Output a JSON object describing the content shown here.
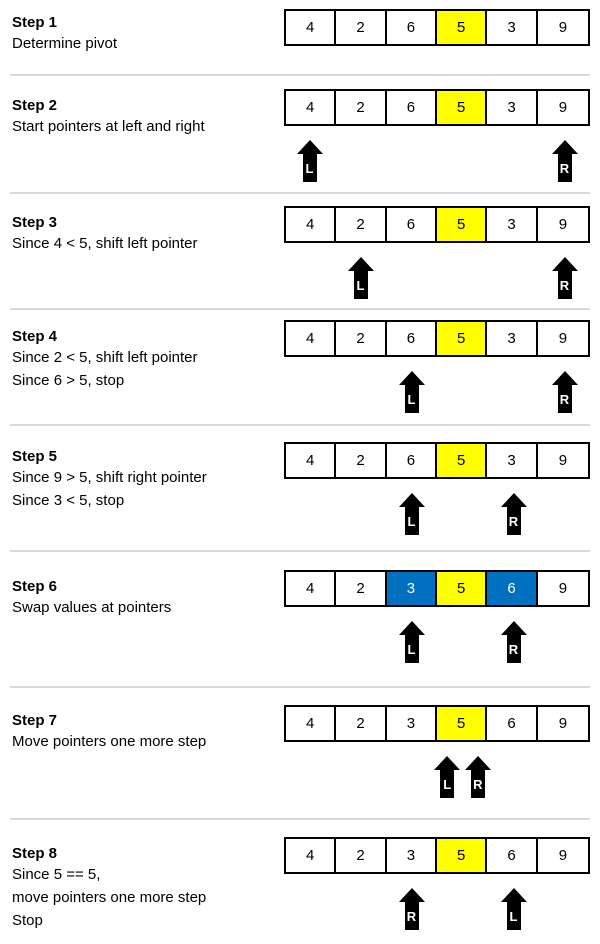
{
  "colors": {
    "pivot": "#ffff00",
    "swap": "#0070c0",
    "plain": "#ffffff",
    "swap_text": "#ffffff"
  },
  "steps": [
    {
      "title": "Step 1",
      "lines": [
        "Determine pivot"
      ],
      "values": [
        "4",
        "2",
        "6",
        "5",
        "3",
        "9"
      ],
      "highlight": [
        "",
        "",
        "",
        "pivot",
        "",
        ""
      ],
      "pointers": []
    },
    {
      "title": "Step 2",
      "lines": [
        "Start pointers at left and right"
      ],
      "values": [
        "4",
        "2",
        "6",
        "5",
        "3",
        "9"
      ],
      "highlight": [
        "",
        "",
        "",
        "pivot",
        "",
        ""
      ],
      "pointers": [
        {
          "label": "L",
          "index": 0,
          "offset": 0
        },
        {
          "label": "R",
          "index": 5,
          "offset": 0
        }
      ]
    },
    {
      "title": "Step 3",
      "lines": [
        "Since 4 < 5, shift left pointer"
      ],
      "values": [
        "4",
        "2",
        "6",
        "5",
        "3",
        "9"
      ],
      "highlight": [
        "",
        "",
        "",
        "pivot",
        "",
        ""
      ],
      "pointers": [
        {
          "label": "L",
          "index": 1,
          "offset": 0
        },
        {
          "label": "R",
          "index": 5,
          "offset": 0
        }
      ]
    },
    {
      "title": "Step 4",
      "lines": [
        "Since 2 < 5, shift left pointer",
        "Since 6 > 5, stop"
      ],
      "values": [
        "4",
        "2",
        "6",
        "5",
        "3",
        "9"
      ],
      "highlight": [
        "",
        "",
        "",
        "pivot",
        "",
        ""
      ],
      "pointers": [
        {
          "label": "L",
          "index": 2,
          "offset": 0
        },
        {
          "label": "R",
          "index": 5,
          "offset": 0
        }
      ]
    },
    {
      "title": "Step 5",
      "lines": [
        "Since 9 > 5, shift right pointer",
        "Since 3 < 5, stop"
      ],
      "values": [
        "4",
        "2",
        "6",
        "5",
        "3",
        "9"
      ],
      "highlight": [
        "",
        "",
        "",
        "pivot",
        "",
        ""
      ],
      "pointers": [
        {
          "label": "L",
          "index": 2,
          "offset": 0
        },
        {
          "label": "R",
          "index": 4,
          "offset": 0
        }
      ]
    },
    {
      "title": "Step 6",
      "lines": [
        "Swap values at pointers"
      ],
      "values": [
        "4",
        "2",
        "3",
        "5",
        "6",
        "9"
      ],
      "highlight": [
        "",
        "",
        "swap",
        "pivot",
        "swap",
        ""
      ],
      "pointers": [
        {
          "label": "L",
          "index": 2,
          "offset": 0
        },
        {
          "label": "R",
          "index": 4,
          "offset": 0
        }
      ]
    },
    {
      "title": "Step 7",
      "lines": [
        "Move pointers one more step"
      ],
      "values": [
        "4",
        "2",
        "3",
        "5",
        "6",
        "9"
      ],
      "highlight": [
        "",
        "",
        "",
        "pivot",
        "",
        ""
      ],
      "pointers": [
        {
          "label": "L",
          "index": 3,
          "offset": -0.3
        },
        {
          "label": "R",
          "index": 3,
          "offset": 0.3
        }
      ]
    },
    {
      "title": "Step 8",
      "lines": [
        "Since 5 == 5,",
        "move pointers one more step",
        "Stop"
      ],
      "values": [
        "4",
        "2",
        "3",
        "5",
        "6",
        "9"
      ],
      "highlight": [
        "",
        "",
        "",
        "pivot",
        "",
        ""
      ],
      "pointers": [
        {
          "label": "R",
          "index": 2,
          "offset": 0
        },
        {
          "label": "L",
          "index": 4,
          "offset": 0
        }
      ]
    }
  ]
}
